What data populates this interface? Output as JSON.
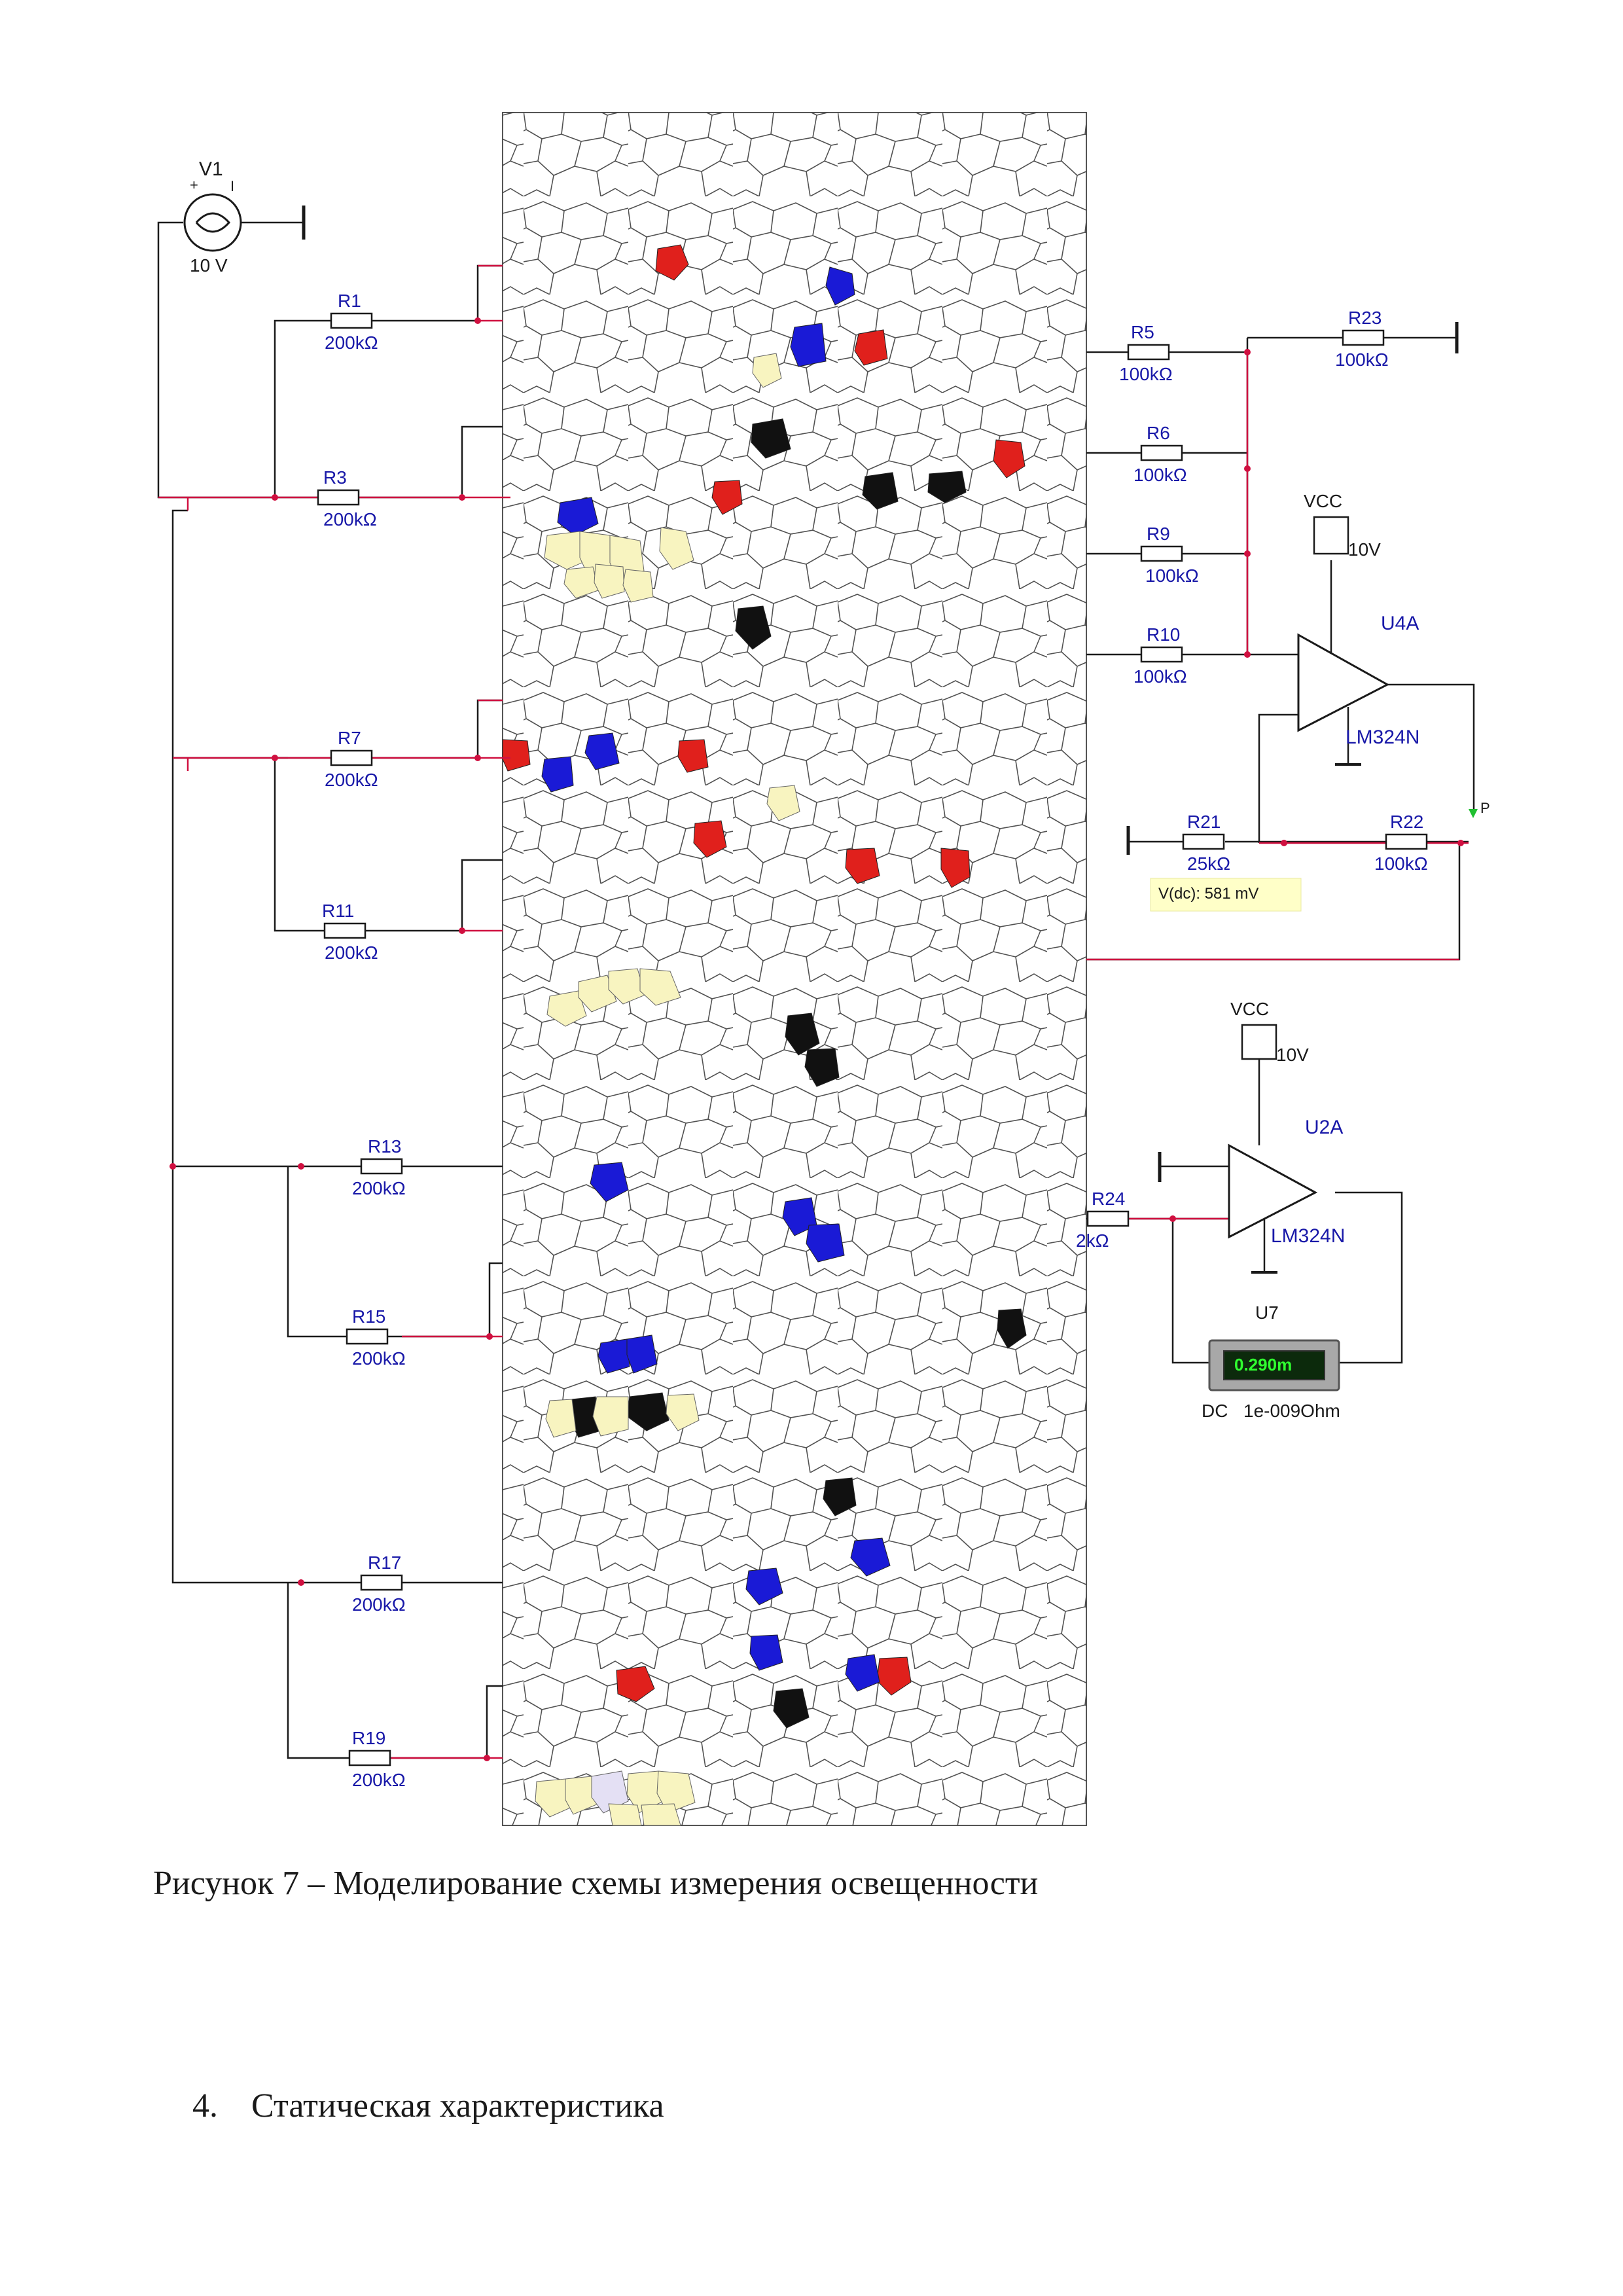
{
  "source": {
    "name": "V1",
    "value": "10 V",
    "plus": "+",
    "minus": "I"
  },
  "resistors": [
    {
      "name": "R1",
      "value": "200kΩ"
    },
    {
      "name": "R3",
      "value": "200kΩ"
    },
    {
      "name": "R7",
      "value": "200kΩ"
    },
    {
      "name": "R11",
      "value": "200kΩ"
    },
    {
      "name": "R13",
      "value": "200kΩ"
    },
    {
      "name": "R15",
      "value": "200kΩ"
    },
    {
      "name": "R17",
      "value": "200kΩ"
    },
    {
      "name": "R19",
      "value": "200kΩ"
    },
    {
      "name": "R5",
      "value": "100kΩ"
    },
    {
      "name": "R23",
      "value": "100kΩ"
    },
    {
      "name": "R6",
      "value": "100kΩ"
    },
    {
      "name": "R9",
      "value": "100kΩ"
    },
    {
      "name": "R10",
      "value": "100kΩ"
    },
    {
      "name": "R21",
      "value": "25kΩ"
    },
    {
      "name": "R22",
      "value": "100kΩ"
    },
    {
      "name": "R24",
      "value": "2kΩ"
    }
  ],
  "opamps": [
    {
      "name": "U4A",
      "model": "LM324N"
    },
    {
      "name": "U2A",
      "model": "LM324N"
    }
  ],
  "supplies": [
    {
      "name": "VCC",
      "value": "10V"
    },
    {
      "name": "VCC",
      "value": "10V"
    }
  ],
  "probe": {
    "label": "P",
    "reading": "V(dc): 581 mV"
  },
  "meter": {
    "name": "U7",
    "display": "0.290m",
    "mode": "DC",
    "resistance": "1e-009Ohm"
  },
  "caption": "Рисунок 7 – Моделирование схемы измерения освещенности",
  "section": {
    "number": "4.",
    "title": "Статическая характеристика"
  }
}
